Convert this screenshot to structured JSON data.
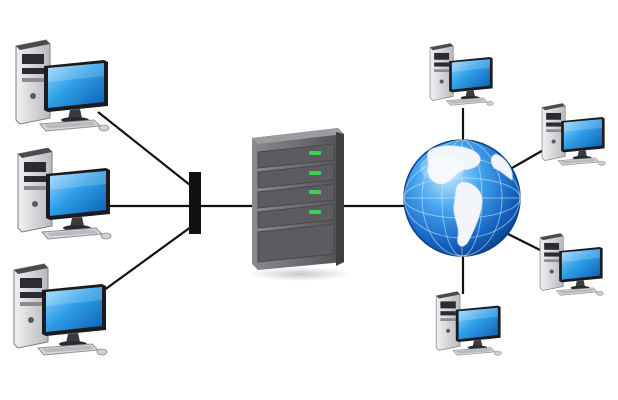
{
  "diagram": {
    "nodes": [
      {
        "id": "pc-left-1",
        "kind": "workstation"
      },
      {
        "id": "pc-left-2",
        "kind": "workstation"
      },
      {
        "id": "pc-left-3",
        "kind": "workstation"
      },
      {
        "id": "switch",
        "kind": "hub"
      },
      {
        "id": "server",
        "kind": "server"
      },
      {
        "id": "internet",
        "kind": "globe"
      },
      {
        "id": "pc-right-1",
        "kind": "workstation"
      },
      {
        "id": "pc-right-2",
        "kind": "workstation"
      },
      {
        "id": "pc-right-3",
        "kind": "workstation"
      },
      {
        "id": "pc-right-4",
        "kind": "workstation"
      }
    ],
    "edges": [
      [
        "pc-left-1",
        "switch"
      ],
      [
        "pc-left-2",
        "switch"
      ],
      [
        "pc-left-3",
        "switch"
      ],
      [
        "switch",
        "server"
      ],
      [
        "server",
        "internet"
      ],
      [
        "internet",
        "pc-right-1"
      ],
      [
        "internet",
        "pc-right-2"
      ],
      [
        "internet",
        "pc-right-3"
      ],
      [
        "internet",
        "pc-right-4"
      ]
    ]
  },
  "colors": {
    "background": "#ffffff",
    "link": "#111111",
    "switch": "#111111",
    "server_body": "#6f6f73",
    "server_led": "#39d353",
    "globe_ocean": "#1e7fd6",
    "globe_land": "#f2f6fb",
    "monitor_screen": "#2f9fe8",
    "tower_body": "#d9dadd"
  },
  "icons": {
    "workstation": "desktop-computer-icon",
    "server": "server-rack-icon",
    "globe": "globe-icon",
    "hub": "network-switch-icon"
  }
}
